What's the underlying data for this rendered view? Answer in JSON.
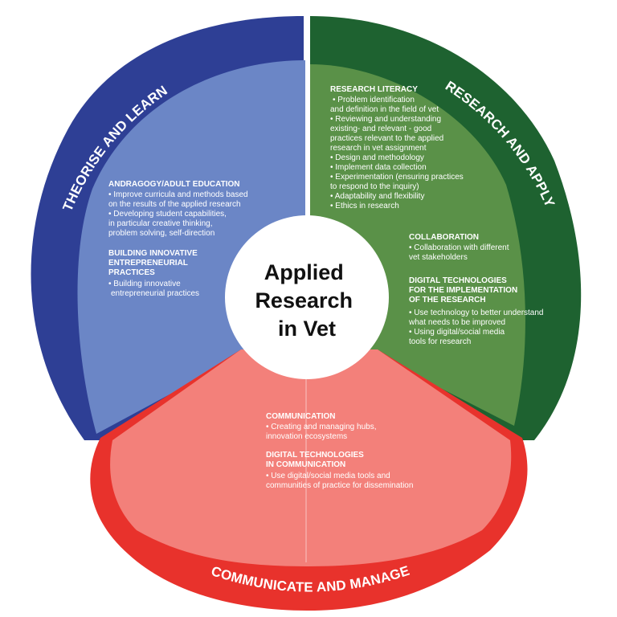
{
  "center": {
    "lines": [
      "Applied",
      "Research",
      "in Vet"
    ]
  },
  "segments": {
    "theorise": {
      "title": "THEORISE AND LEARN",
      "color_outer": "#2e3f95",
      "color_inner": "#6b86c6",
      "blocks": [
        {
          "heading": [
            "ANDRAGOGY/ADULT EDUCATION"
          ],
          "items": [
            "• Improve curricula and methods based",
            "on the results of the applied research",
            "• Developing student capabilities,",
            "in particular creative thinking,",
            "problem solving, self-direction"
          ]
        },
        {
          "heading": [
            "BUILDING INNOVATIVE",
            "ENTREPRENEURIAL",
            "PRACTICES"
          ],
          "items": [
            "• Building innovative",
            "entrepreneurial practices"
          ]
        }
      ]
    },
    "research": {
      "title": "RESEARCH AND APPLY",
      "color_outer": "#1e6230",
      "color_inner": "#5a9148",
      "blocks": [
        {
          "heading": [
            "RESEARCH LITERACY"
          ],
          "items": [
            "• Problem identification",
            "and definition in the field of vet",
            "• Reviewing and understanding",
            "existing- and relevant - good",
            "practices relevant to the applied",
            "research in vet assignment",
            "• Design and methodology",
            "• Implement data collection",
            "• Experimentation (ensuring practices",
            "to respond to the inquiry)",
            "• Adaptability and flexibility",
            "• Ethics in research"
          ]
        },
        {
          "heading": [
            "COLLABORATION"
          ],
          "items": [
            "• Collaboration with different",
            "vet stakeholders"
          ]
        },
        {
          "heading": [
            "DIGITAL TECHNOLOGIES",
            "FOR THE IMPLEMENTATION",
            "OF THE RESEARCH"
          ],
          "items": [
            "• Use technology to better understand",
            "what needs to be improved",
            "• Using digital/social media",
            "tools for research"
          ]
        }
      ]
    },
    "communicate": {
      "title": "COMMUNICATE AND MANAGE",
      "color_outer": "#e8322c",
      "color_inner": "#f3807a",
      "blocks": [
        {
          "heading": [
            "COMMUNICATION"
          ],
          "items": [
            "• Creating and managing hubs,",
            "innovation ecosystems"
          ]
        },
        {
          "heading": [
            "DIGITAL TECHNOLOGIES",
            "IN COMMUNICATION"
          ],
          "items": [
            "• Use digital/social media tools and",
            "communities of practice for dissemination"
          ]
        }
      ]
    }
  }
}
